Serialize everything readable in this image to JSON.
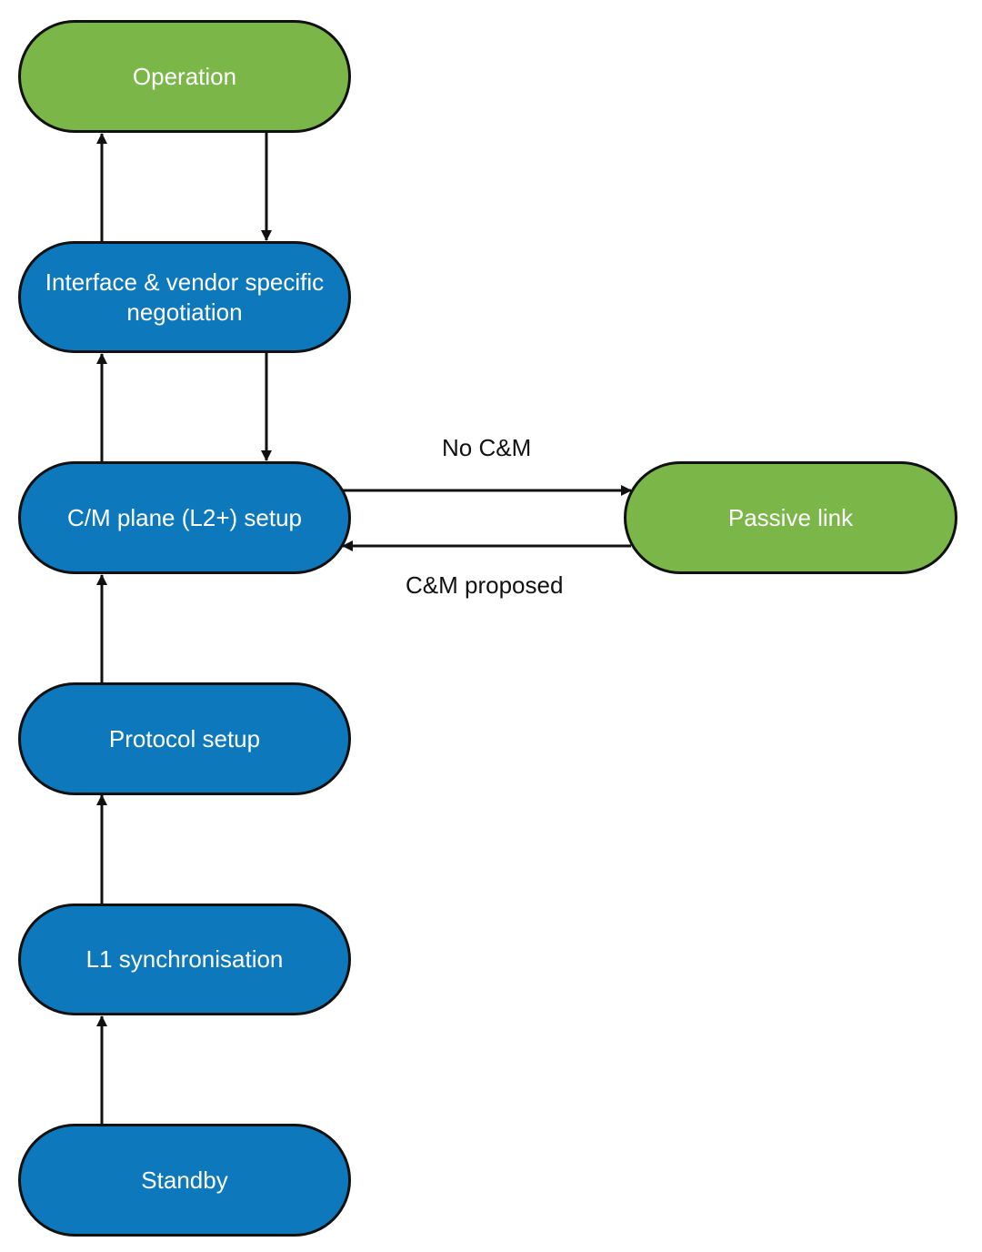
{
  "colors": {
    "blue": "#0e78bd",
    "green": "#7ab648",
    "stroke": "#111111",
    "background": "#ffffff"
  },
  "nodes": {
    "operation": {
      "label": "Operation",
      "fill": "green"
    },
    "negotiation": {
      "label": "Interface & vendor specific negotiation",
      "fill": "blue"
    },
    "cm_plane": {
      "label": "C/M plane (L2+) setup",
      "fill": "blue"
    },
    "passive_link": {
      "label": "Passive link",
      "fill": "green"
    },
    "protocol_setup": {
      "label": "Protocol setup",
      "fill": "blue"
    },
    "l1_sync": {
      "label": "L1 synchronisation",
      "fill": "blue"
    },
    "standby": {
      "label": "Standby",
      "fill": "blue"
    }
  },
  "edges": [
    {
      "from": "standby",
      "to": "l1_sync",
      "label": ""
    },
    {
      "from": "l1_sync",
      "to": "protocol_setup",
      "label": ""
    },
    {
      "from": "protocol_setup",
      "to": "cm_plane",
      "label": ""
    },
    {
      "from": "cm_plane",
      "to": "negotiation",
      "label": ""
    },
    {
      "from": "negotiation",
      "to": "cm_plane",
      "label": ""
    },
    {
      "from": "negotiation",
      "to": "operation",
      "label": ""
    },
    {
      "from": "operation",
      "to": "negotiation",
      "label": ""
    },
    {
      "from": "cm_plane",
      "to": "passive_link",
      "label": "No C&M"
    },
    {
      "from": "passive_link",
      "to": "cm_plane",
      "label": "C&M proposed"
    }
  ]
}
